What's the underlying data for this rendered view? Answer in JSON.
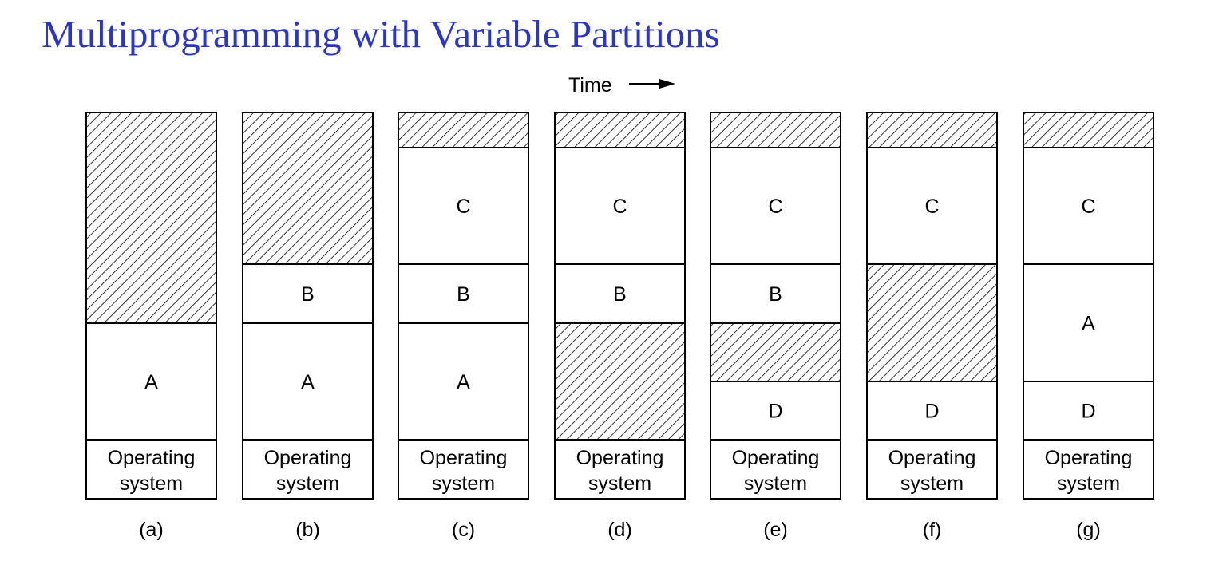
{
  "title": "Multiprogramming with Variable Partitions",
  "time_label": "Time",
  "os_label": [
    "Operating",
    "system"
  ],
  "colors": {
    "title": "#2b35c8",
    "stroke": "#000000",
    "free_hatch": "#000000"
  },
  "snapshots": [
    {
      "caption": "(a)",
      "segments": [
        {
          "label": "",
          "free": true
        },
        {
          "label": "A",
          "free": false
        }
      ]
    },
    {
      "caption": "(b)",
      "segments": [
        {
          "label": "",
          "free": true
        },
        {
          "label": "B",
          "free": false
        },
        {
          "label": "A",
          "free": false
        }
      ]
    },
    {
      "caption": "(c)",
      "segments": [
        {
          "label": "",
          "free": true
        },
        {
          "label": "C",
          "free": false
        },
        {
          "label": "B",
          "free": false
        },
        {
          "label": "A",
          "free": false
        }
      ]
    },
    {
      "caption": "(d)",
      "segments": [
        {
          "label": "",
          "free": true
        },
        {
          "label": "C",
          "free": false
        },
        {
          "label": "B",
          "free": false
        },
        {
          "label": "",
          "free": true
        }
      ]
    },
    {
      "caption": "(e)",
      "segments": [
        {
          "label": "",
          "free": true
        },
        {
          "label": "C",
          "free": false
        },
        {
          "label": "B",
          "free": false
        },
        {
          "label": "",
          "free": true
        },
        {
          "label": "D",
          "free": false
        }
      ]
    },
    {
      "caption": "(f)",
      "segments": [
        {
          "label": "",
          "free": true
        },
        {
          "label": "C",
          "free": false
        },
        {
          "label": "",
          "free": true
        },
        {
          "label": "D",
          "free": false
        }
      ]
    },
    {
      "caption": "(g)",
      "segments": [
        {
          "label": "",
          "free": true
        },
        {
          "label": "C",
          "free": false
        },
        {
          "label": "A",
          "free": false
        },
        {
          "label": "D",
          "free": false
        }
      ]
    }
  ]
}
